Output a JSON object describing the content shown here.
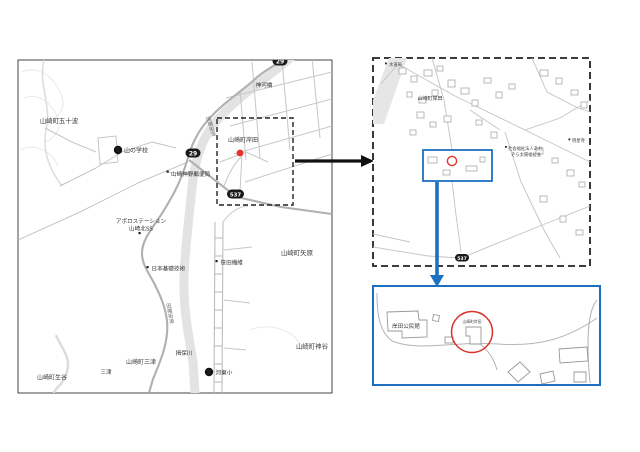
{
  "colors": {
    "accent_blue": "#1d6fc2",
    "marker_red": "#e8332a",
    "shield_bg": "#1a1a1a",
    "road_gray": "#bdbdbd",
    "river_gray": "#e3e3e3",
    "label_gray": "#333333",
    "border_black": "#222222"
  },
  "icons": {
    "school_glyph": "文"
  },
  "main_map": {
    "labels": {
      "isoba": "山崎町五十波",
      "yama_school": "山の学校",
      "kamikawa_bridge": "神河橋",
      "kishida": "山崎町岸田",
      "post_office": "山崎神野郵便局",
      "apollo_line1": "アポロステーション",
      "apollo_line2": "山崎北SS",
      "nihon_kiso": "日本基礎技術",
      "sasada": "笹田繊維",
      "yahara": "山崎町矢原",
      "ibogawa": "揖保川",
      "mitsu_town": "山崎町三津",
      "mitsu": "三津",
      "igadani": "山崎町生谷",
      "kawahigashi_elem": "河東小",
      "kamidani": "山崎町神谷",
      "inaba_kaido_1": "因幡街道",
      "inaba_kaido_2": "因幡街道"
    },
    "shields": {
      "r29_top": "29",
      "r29_mid": "29",
      "r537": "537"
    }
  },
  "detail_map": {
    "labels": {
      "kishida": "山崎町岸田",
      "suido": "水道局",
      "fukushi_line1": "社会福祉法人あお",
      "fukushi_line2": "ぞら太陽福祉会",
      "temple": "明星寺"
    },
    "shields": {
      "r537": "537"
    }
  },
  "closeup_map": {
    "labels": {
      "kominkan": "岸田公民館",
      "target": "山崎町岸田"
    }
  }
}
